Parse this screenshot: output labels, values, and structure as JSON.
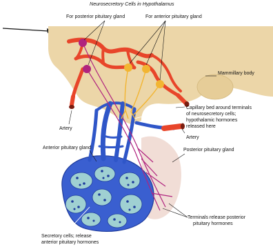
{
  "title": "Neurosecretory Cells in Hypothalamus",
  "labels": {
    "posterior_gland_source": "For posterior pituitary gland",
    "anterior_gland_source": "For anterior pituitary gland",
    "mammillary_body": "Mammillary body",
    "artery_left": "Artery",
    "capillary_bed_line1": "Capillary bed around terminals",
    "capillary_bed_line2": "of neurosecretory cells;",
    "capillary_bed_line3": "hypothalamic hormones",
    "capillary_bed_line4": "released here",
    "artery_right": "Artery",
    "anterior_pituitary": "Anterior pituitary gland",
    "posterior_pituitary": "Posterior pituitary gland",
    "terminals_line1": "Terminals release posterior",
    "terminals_line2": "pituitary hormones",
    "secretory_line1": "Secretory cells; release",
    "secretory_line2": "anterior pituitary hormones"
  },
  "colors": {
    "hypothalamus_tissue": "#ecd6a8",
    "arteries": "#e8452a",
    "veins": "#2f56c8",
    "neuron_anterior": "#f2b532",
    "neuron_posterior": "#b0237e",
    "gland_cells": "#9fd0d2"
  }
}
